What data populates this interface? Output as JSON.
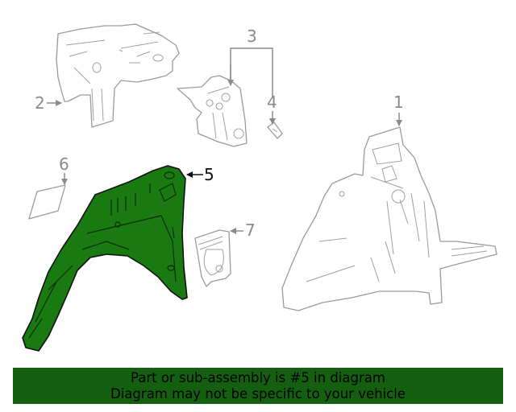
{
  "diagram": {
    "callouts": [
      {
        "number": "1",
        "highlighted": false
      },
      {
        "number": "2",
        "highlighted": false
      },
      {
        "number": "3",
        "highlighted": false
      },
      {
        "number": "4",
        "highlighted": false
      },
      {
        "number": "5",
        "highlighted": true
      },
      {
        "number": "6",
        "highlighted": false
      },
      {
        "number": "7",
        "highlighted": false
      }
    ],
    "highlight_color": "#1a7a12"
  },
  "banner": {
    "line1": "Part or sub-assembly is #5 in diagram",
    "line2": "Diagram may not be specific to your vehicle",
    "background": "#156010"
  }
}
